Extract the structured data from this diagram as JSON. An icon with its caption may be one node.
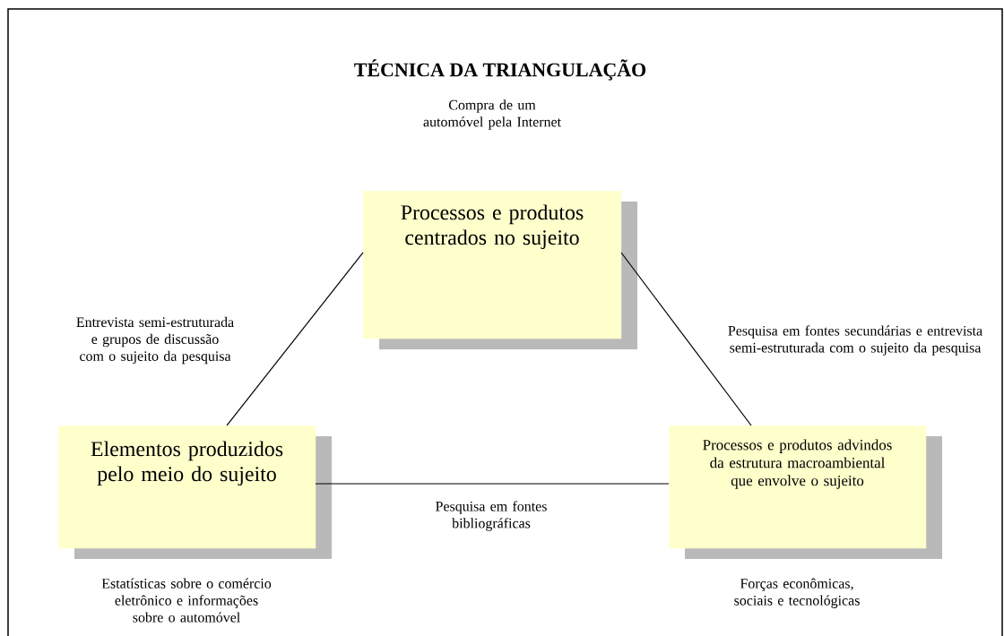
{
  "diagram": {
    "title": "TÉCNICA DA TRIANGULAÇÃO",
    "nodes": [
      {
        "text": [
          "Processos e produtos centrados no sujeito"
        ]
      },
      {
        "text": [
          "Elementos produzidos pelo meio do sujeito"
        ],
        "beside": [
          "Estatísticas sobre o comércio eletrônico e informações sobre o automóvel"
        ]
      },
      {
        "text": [
          "Processos e produtos advindos da estrutura macroambiental que envolve o sujeito"
        ],
        "beside": [
          "Forças econômicas, sociais e tecnológicas"
        ]
      }
    ],
    "edges": [
      {
        "from": 0,
        "to": 1,
        "arrow": "none",
        "label": "Entrevista semi-estruturada e grupos de discussão com o sujeito da pesquisa"
      },
      {
        "from": 0,
        "to": 2,
        "arrow": "none",
        "label": "Pesquisa em fontes secundárias e entrevista semi-estruturada com o sujeito da pesquisa"
      },
      {
        "from": 1,
        "to": 2,
        "arrow": "none",
        "label": "Pesquisa em fontes bibliográficas"
      }
    ],
    "labels": [
      "Compra de um automóvel pela Internet"
    ]
  }
}
